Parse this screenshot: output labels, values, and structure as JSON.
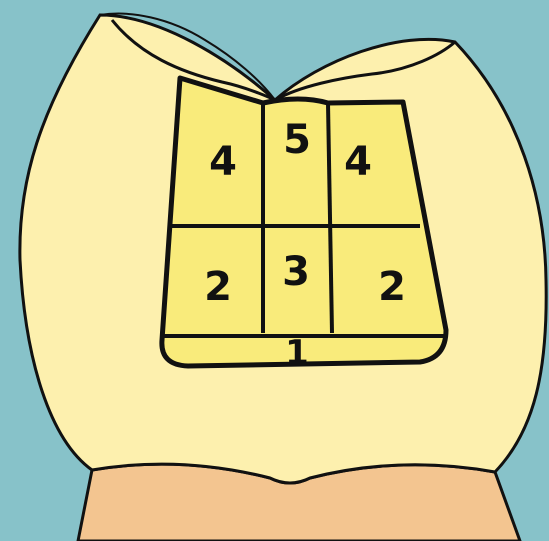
{
  "colors": {
    "background": "#87c2c9",
    "crown": "#fdf0ae",
    "cavity": "#f9eb7b",
    "gingiva": "#f3c590",
    "outline": "#111111"
  },
  "zones": {
    "top_left": "4",
    "top_middle": "5",
    "top_right": "4",
    "middle_left": "2",
    "middle_middle": "3",
    "middle_right": "2",
    "bottom": "1"
  }
}
